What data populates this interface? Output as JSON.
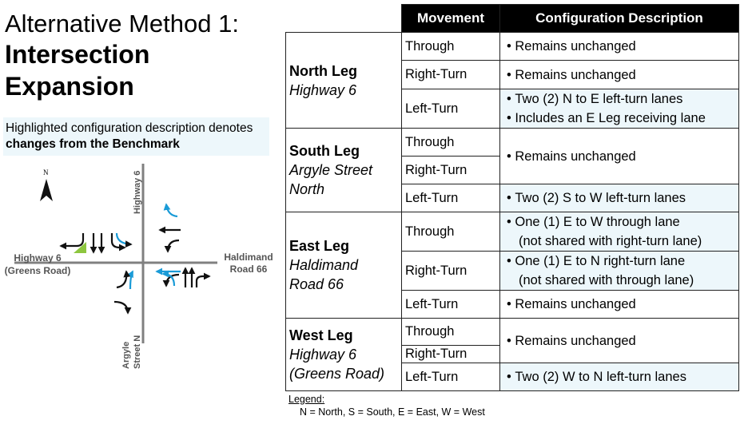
{
  "title": {
    "line1": "Alternative Method 1:",
    "line2": "Intersection",
    "line3": "Expansion"
  },
  "note": {
    "text": "Highlighted configuration description denotes",
    "emphasis": "changes from the Benchmark"
  },
  "map": {
    "north_symbol": "N",
    "road_north": "Highway 6",
    "road_west_1": "Highway 6",
    "road_west_2": "(Greens Road)",
    "road_east_1": "Haldimand",
    "road_east_2": "Road 66",
    "road_south_1": "Argyle",
    "road_south_2": "Street N",
    "colors": {
      "highlight_arrow": "#1a9bd7",
      "wedge": "#8dc63f",
      "road": "#808080"
    }
  },
  "table": {
    "headers": {
      "movement": "Movement",
      "description": "Configuration Description"
    },
    "legs": [
      {
        "name": "North Leg",
        "road": "Highway 6",
        "rows": [
          {
            "movement": "Through",
            "lines": [
              "Remains unchanged"
            ],
            "highlight": false
          },
          {
            "movement": "Right-Turn",
            "lines": [
              "Remains unchanged"
            ],
            "highlight": false
          },
          {
            "movement": "Left-Turn",
            "lines": [
              "Two (2) N to E left-turn lanes",
              "Includes an E Leg receiving lane"
            ],
            "highlight": true
          }
        ]
      },
      {
        "name": "South Leg",
        "road_line1": "Argyle Street",
        "road_line2": "North",
        "rows": [
          {
            "movement": "Through"
          },
          {
            "movement": "Right-Turn"
          },
          {
            "movement": "Left-Turn",
            "lines": [
              "Two (2) S to W left-turn lanes"
            ],
            "highlight": true
          }
        ],
        "merged_description": "Remains unchanged"
      },
      {
        "name": "East Leg",
        "road_line1": "Haldimand",
        "road_line2": "Road 66",
        "rows": [
          {
            "movement": "Through",
            "line1": "One (1) E to W through lane",
            "line2": "(not shared with right-turn lane)",
            "highlight": true
          },
          {
            "movement": "Right-Turn",
            "line1": "One (1) E to N right-turn lane",
            "line2": "(not shared with through lane)",
            "highlight": true
          },
          {
            "movement": "Left-Turn",
            "lines": [
              "Remains unchanged"
            ],
            "highlight": false
          }
        ]
      },
      {
        "name": "West Leg",
        "road_line1": "Highway 6",
        "road_line2": "(Greens Road)",
        "rows": [
          {
            "movement": "Through"
          },
          {
            "movement": "Right-Turn"
          },
          {
            "movement": "Left-Turn",
            "lines": [
              "Two (2) W to N left-turn lanes"
            ],
            "highlight": true
          }
        ],
        "merged_description": "Remains unchanged"
      }
    ]
  },
  "legend": {
    "title": "Legend:",
    "text": "N =  North, S =  South, E =  East, W = West"
  }
}
